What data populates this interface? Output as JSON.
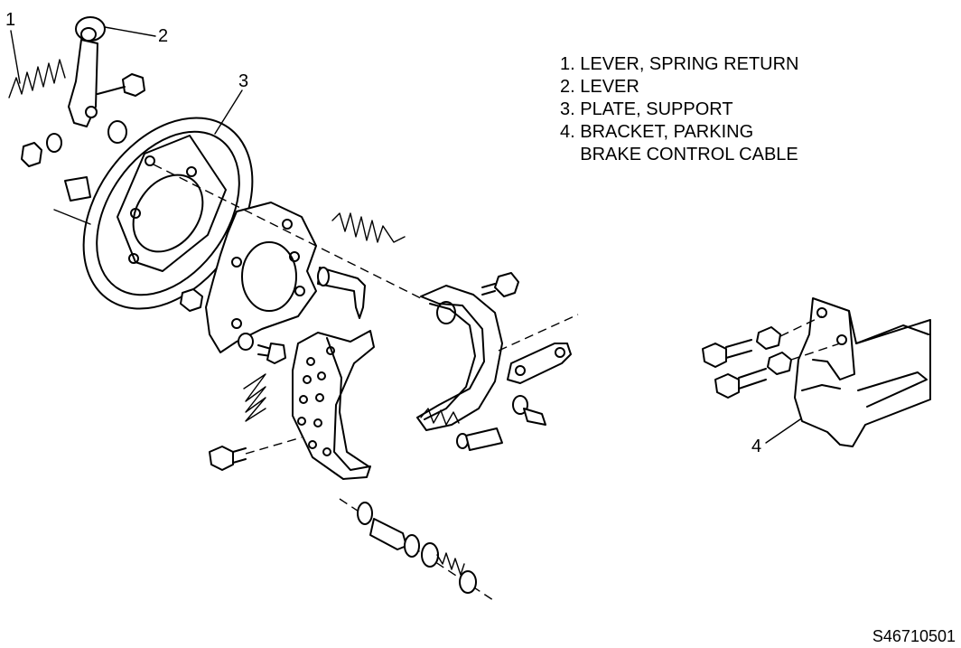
{
  "callouts": {
    "c1": "1",
    "c2": "2",
    "c3": "3",
    "c4": "4"
  },
  "legend": [
    "1. LEVER, SPRING RETURN",
    "2. LEVER",
    "3. PLATE, SUPPORT",
    "4. BRACKET, PARKING",
    "    BRAKE CONTROL CABLE"
  ],
  "figure_id": "S46710501"
}
